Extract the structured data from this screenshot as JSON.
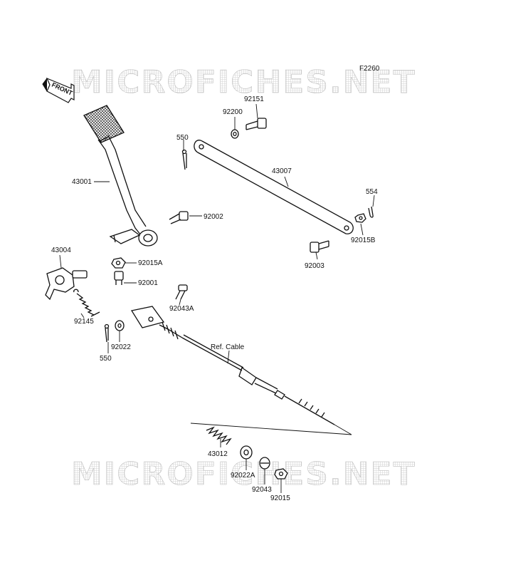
{
  "diagram_code": "F2260",
  "watermark": {
    "top": "MICROFICHES.NET",
    "bottom": "MICROFICHES.NET"
  },
  "front_marker": "FRONT",
  "parts": [
    {
      "id": "p-92151",
      "number": "92151",
      "description": "bolt"
    },
    {
      "id": "p-92200",
      "number": "92200",
      "description": "washer"
    },
    {
      "id": "p-550-top",
      "number": "550",
      "description": "cotter pin"
    },
    {
      "id": "p-43007",
      "number": "43007",
      "description": "rod"
    },
    {
      "id": "p-554",
      "number": "554",
      "description": "clip"
    },
    {
      "id": "p-92015B",
      "number": "92015B",
      "description": "nut"
    },
    {
      "id": "p-92003",
      "number": "92003",
      "description": "bolt"
    },
    {
      "id": "p-43001",
      "number": "43001",
      "description": "brake pedal"
    },
    {
      "id": "p-92002",
      "number": "92002",
      "description": "bolt"
    },
    {
      "id": "p-92015A",
      "number": "92015A",
      "description": "nut"
    },
    {
      "id": "p-92001",
      "number": "92001",
      "description": "bolt"
    },
    {
      "id": "p-43004",
      "number": "43004",
      "description": "lever"
    },
    {
      "id": "p-92043A",
      "number": "92043A",
      "description": "pin"
    },
    {
      "id": "p-92145",
      "number": "92145",
      "description": "spring"
    },
    {
      "id": "p-92022",
      "number": "92022",
      "description": "washer"
    },
    {
      "id": "p-550-bottom",
      "number": "550",
      "description": "cotter pin"
    },
    {
      "id": "p-ref-cable",
      "number": "Ref. Cable",
      "description": "cable"
    },
    {
      "id": "p-43012",
      "number": "43012",
      "description": "spring"
    },
    {
      "id": "p-92022A",
      "number": "92022A",
      "description": "washer"
    },
    {
      "id": "p-92043",
      "number": "92043",
      "description": "pin"
    },
    {
      "id": "p-92015",
      "number": "92015",
      "description": "nut"
    }
  ]
}
